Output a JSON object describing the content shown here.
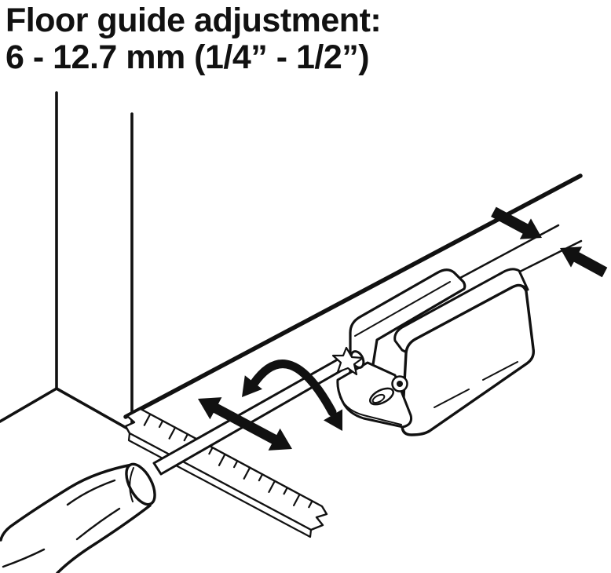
{
  "title": {
    "line1": "Floor guide adjustment:",
    "line2": "6 - 12.7 mm (1/4” - 1/2”)"
  },
  "figure": {
    "background_color": "#ffffff",
    "line_color": "#111111",
    "adjustment_range_mm": "6 - 12.7 mm",
    "adjustment_range_inch": "1/4” - 1/2”",
    "elements": [
      "wall-corner",
      "sliding-door-bottom-edge",
      "door-clamp-arrows",
      "floor-guide-body",
      "adjustment-screw",
      "screwdriver",
      "rotation-arrow",
      "lateral-adjustment-arrow",
      "measuring-scale-strip"
    ]
  }
}
